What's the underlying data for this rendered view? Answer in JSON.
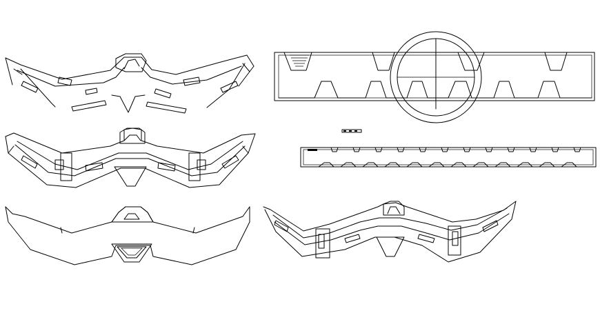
{
  "canvas": {
    "background": "#ffffff",
    "stroke": "#000000"
  },
  "drawings": [
    {
      "id": "plan-top-left",
      "kind": "curved building floor plan outline"
    },
    {
      "id": "plan-middle-left",
      "kind": "curved building floor plan with partitions"
    },
    {
      "id": "plan-bottom-left",
      "kind": "curved building outline plan"
    },
    {
      "id": "plan-bottom-right",
      "kind": "curved building floor plan detail"
    },
    {
      "id": "elevation-top-right",
      "kind": "section elevation with circular highlight"
    },
    {
      "id": "elevation-middle-right",
      "kind": "long section strip with repeated openings"
    },
    {
      "id": "scale-bar",
      "kind": "small scale bar"
    }
  ]
}
